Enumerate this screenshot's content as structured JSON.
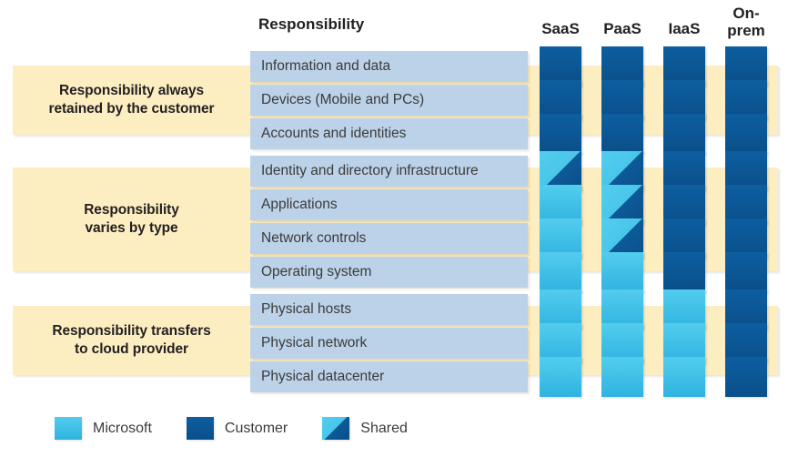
{
  "title": "Responsibility",
  "columns": [
    {
      "id": "saas",
      "label": "SaaS"
    },
    {
      "id": "paas",
      "label": "PaaS"
    },
    {
      "id": "iaas",
      "label": "IaaS"
    },
    {
      "id": "onprem",
      "label": "On-\nprem"
    }
  ],
  "groups": [
    {
      "id": "always-customer",
      "label": "Responsibility always\nretained by the customer"
    },
    {
      "id": "varies-by-type",
      "label": "Responsibility\nvaries by type"
    },
    {
      "id": "transfers-to-provider",
      "label": "Responsibility transfers\nto cloud provider"
    }
  ],
  "rows": [
    {
      "label": "Information and data",
      "group": 0,
      "cells": [
        "customer",
        "customer",
        "customer",
        "customer"
      ]
    },
    {
      "label": "Devices (Mobile and PCs)",
      "group": 0,
      "cells": [
        "customer",
        "customer",
        "customer",
        "customer"
      ]
    },
    {
      "label": "Accounts and identities",
      "group": 0,
      "cells": [
        "customer",
        "customer",
        "customer",
        "customer"
      ]
    },
    {
      "label": "Identity and directory infrastructure",
      "group": 1,
      "cells": [
        "shared",
        "shared",
        "customer",
        "customer"
      ]
    },
    {
      "label": "Applications",
      "group": 1,
      "cells": [
        "microsoft",
        "shared",
        "customer",
        "customer"
      ]
    },
    {
      "label": "Network controls",
      "group": 1,
      "cells": [
        "microsoft",
        "shared",
        "customer",
        "customer"
      ]
    },
    {
      "label": "Operating system",
      "group": 1,
      "cells": [
        "microsoft",
        "microsoft",
        "customer",
        "customer"
      ]
    },
    {
      "label": "Physical hosts",
      "group": 2,
      "cells": [
        "microsoft",
        "microsoft",
        "microsoft",
        "customer"
      ]
    },
    {
      "label": "Physical network",
      "group": 2,
      "cells": [
        "microsoft",
        "microsoft",
        "microsoft",
        "customer"
      ]
    },
    {
      "label": "Physical datacenter",
      "group": 2,
      "cells": [
        "microsoft",
        "microsoft",
        "microsoft",
        "customer"
      ]
    }
  ],
  "legend": [
    {
      "id": "microsoft",
      "label": "Microsoft"
    },
    {
      "id": "customer",
      "label": "Customer"
    },
    {
      "id": "shared",
      "label": "Shared"
    }
  ],
  "colors": {
    "microsoft": "#45c2e8",
    "customer": "#0b5394",
    "band": "#fdeec2",
    "rowchip": "#bcd2e8",
    "text": "#231f20"
  },
  "chart_data": {
    "type": "table",
    "title": "Shared responsibility model",
    "categories": [
      "SaaS",
      "PaaS",
      "IaaS",
      "On-prem"
    ],
    "series": [
      {
        "name": "Information and data",
        "values": [
          "customer",
          "customer",
          "customer",
          "customer"
        ]
      },
      {
        "name": "Devices (Mobile and PCs)",
        "values": [
          "customer",
          "customer",
          "customer",
          "customer"
        ]
      },
      {
        "name": "Accounts and identities",
        "values": [
          "customer",
          "customer",
          "customer",
          "customer"
        ]
      },
      {
        "name": "Identity and directory infrastructure",
        "values": [
          "shared",
          "shared",
          "customer",
          "customer"
        ]
      },
      {
        "name": "Applications",
        "values": [
          "microsoft",
          "shared",
          "customer",
          "customer"
        ]
      },
      {
        "name": "Network controls",
        "values": [
          "microsoft",
          "shared",
          "customer",
          "customer"
        ]
      },
      {
        "name": "Operating system",
        "values": [
          "microsoft",
          "microsoft",
          "customer",
          "customer"
        ]
      },
      {
        "name": "Physical hosts",
        "values": [
          "microsoft",
          "microsoft",
          "microsoft",
          "customer"
        ]
      },
      {
        "name": "Physical network",
        "values": [
          "microsoft",
          "microsoft",
          "microsoft",
          "customer"
        ]
      },
      {
        "name": "Physical datacenter",
        "values": [
          "microsoft",
          "microsoft",
          "microsoft",
          "customer"
        ]
      }
    ],
    "legend": [
      "Microsoft",
      "Customer",
      "Shared"
    ],
    "xlabel": "",
    "ylabel": "Responsibility",
    "grid": false,
    "legend_position": "bottom-left"
  },
  "layout": {
    "row_tops": [
      56,
      93,
      130,
      171,
      208,
      245,
      282,
      323,
      360,
      397
    ],
    "col_lefts": [
      593,
      661,
      729,
      797
    ],
    "band_tops": [
      72,
      184,
      336
    ],
    "band_heights": [
      76,
      114,
      76
    ],
    "band_left": 14,
    "band_right": 855
  }
}
